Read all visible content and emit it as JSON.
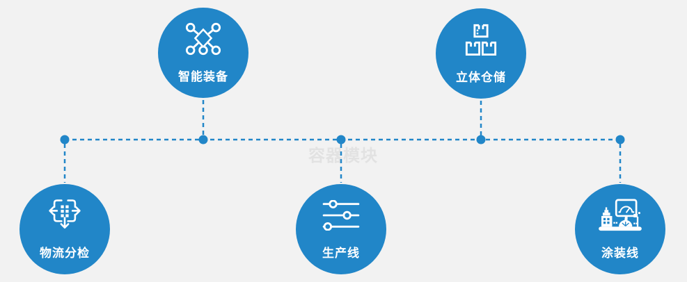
{
  "diagram": {
    "watermark": "容器模块",
    "nodes": [
      {
        "label": "智能装备",
        "icon": "network-nodes-icon",
        "position": "top-left"
      },
      {
        "label": "立体仓储",
        "icon": "stacked-boxes-icon",
        "position": "top-right"
      },
      {
        "label": "物流分检",
        "icon": "sort-distribute-icon",
        "position": "bottom-left"
      },
      {
        "label": "生产线",
        "icon": "sliders-icon",
        "position": "bottom-center"
      },
      {
        "label": "涂装线",
        "icon": "control-station-icon",
        "position": "bottom-right"
      }
    ],
    "colors": {
      "background": "#f2f2f2",
      "node_blue": "#2186c8",
      "connector_blue": "#2186c8",
      "label_white": "#ffffff",
      "watermark_gray": "#e2e2e2"
    }
  }
}
